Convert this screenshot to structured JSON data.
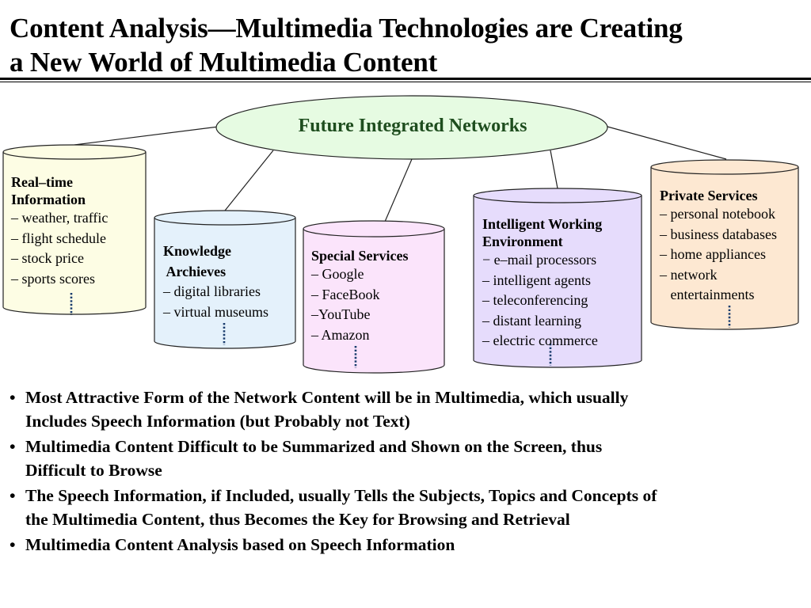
{
  "title": {
    "line1": "Content Analysis—Multimedia Technologies are Creating",
    "line2": "a New World of Multimedia Content"
  },
  "hub": {
    "label": "Future Integrated Networks"
  },
  "colors": {
    "hub_fill": "#e6fbe2",
    "hub_text": "#1e4d1e",
    "realtime_fill": "#fdfde4",
    "knowledge_fill": "#e4f1fb",
    "special_fill": "#fbe4fb",
    "intelligent_fill": "#e6dcfc",
    "private_fill": "#fde8d2",
    "dots": "#1a3d6e"
  },
  "cylinders": {
    "realtime": {
      "heading": [
        "Real–time",
        "Information"
      ],
      "items": [
        "– weather, traffic",
        "– flight schedule",
        "– stock price",
        "– sports scores"
      ]
    },
    "knowledge": {
      "heading": [
        "Knowledge",
        " Archieves"
      ],
      "items": [
        "– digital libraries",
        "– virtual museums"
      ]
    },
    "special": {
      "heading": [
        "Special Services"
      ],
      "items": [
        "– Google",
        "– FaceBook",
        "–YouTube",
        "– Amazon"
      ]
    },
    "intelligent": {
      "heading": [
        "Intelligent Working",
        "Environment"
      ],
      "items": [
        "− e–mail processors",
        "– intelligent agents",
        "– teleconferencing",
        "– distant learning",
        "– electric commerce"
      ]
    },
    "private": {
      "heading": [
        "Private Services"
      ],
      "items": [
        "– personal notebook",
        "– business databases",
        "– home appliances",
        "– network",
        "   entertainments"
      ]
    }
  },
  "bullets": [
    {
      "line1": "Most Attractive Form of the Network Content will be in Multimedia, which  usually",
      "line2": "Includes Speech Information (but Probably not Text)"
    },
    {
      "line1": "Multimedia Content Difficult to be Summarized and Shown on the Screen, thus",
      "line2": "Difficult to Browse"
    },
    {
      "line1": "The Speech Information, if Included, usually Tells the Subjects, Topics and Concepts of",
      "line2": "the Multimedia Content, thus Becomes the Key for Browsing and Retrieval"
    },
    {
      "line1": "Multimedia Content Analysis based on Speech Information",
      "line2": ""
    }
  ]
}
